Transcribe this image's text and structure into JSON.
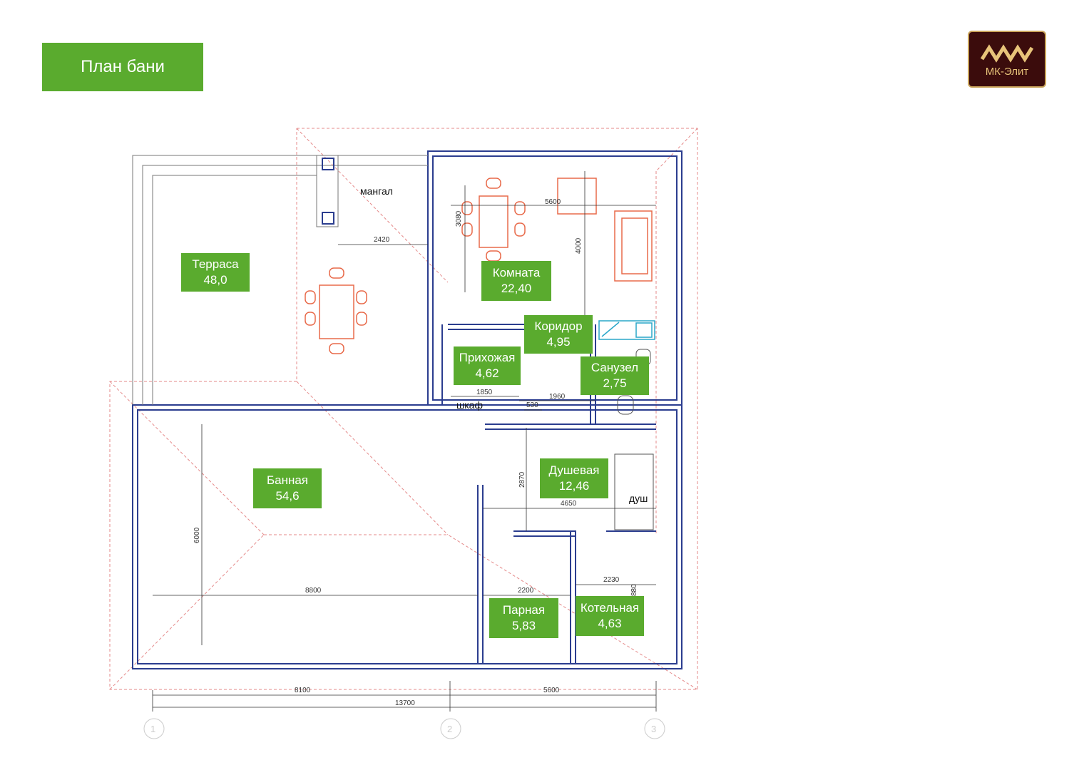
{
  "header": {
    "title": "План бани"
  },
  "logo": {
    "brand": "МК-Элит",
    "colors": {
      "background": "#3b0c0c",
      "accent": "#e8c47a"
    }
  },
  "rooms": [
    {
      "name": "Терраса",
      "area": "48,0"
    },
    {
      "name": "Комната",
      "area": "22,40"
    },
    {
      "name": "Коридор",
      "area": "4,95"
    },
    {
      "name": "Прихожая",
      "area": "4,62"
    },
    {
      "name": "Санузел",
      "area": "2,75"
    },
    {
      "name": "Банная",
      "area": "54,6"
    },
    {
      "name": "Душевая",
      "area": "12,46"
    },
    {
      "name": "Парная",
      "area": "5,83"
    },
    {
      "name": "Котельная",
      "area": "4,63"
    }
  ],
  "notes": {
    "bbq": "мангал",
    "closet": "шкаф",
    "shower": "душ"
  },
  "dimensions": {
    "d2420": "2420",
    "d5600_top": "5600",
    "d3080": "3080",
    "d4000": "4000",
    "d1850": "1850",
    "d1960": "1960",
    "d530": "530",
    "d2870": "2870",
    "d4650": "4650",
    "d6000": "6000",
    "d8800": "8800",
    "d2200": "2200",
    "d2230": "2230",
    "d880": "880",
    "d8100": "8100",
    "d5600_bottom": "5600",
    "d13700": "13700"
  },
  "axes": [
    "1",
    "2",
    "3"
  ],
  "colors": {
    "label_bg": "#5aab2e",
    "walls": "#2b3d8f",
    "furniture": "#e86a4a",
    "roof_lines": "#e58a8a"
  }
}
